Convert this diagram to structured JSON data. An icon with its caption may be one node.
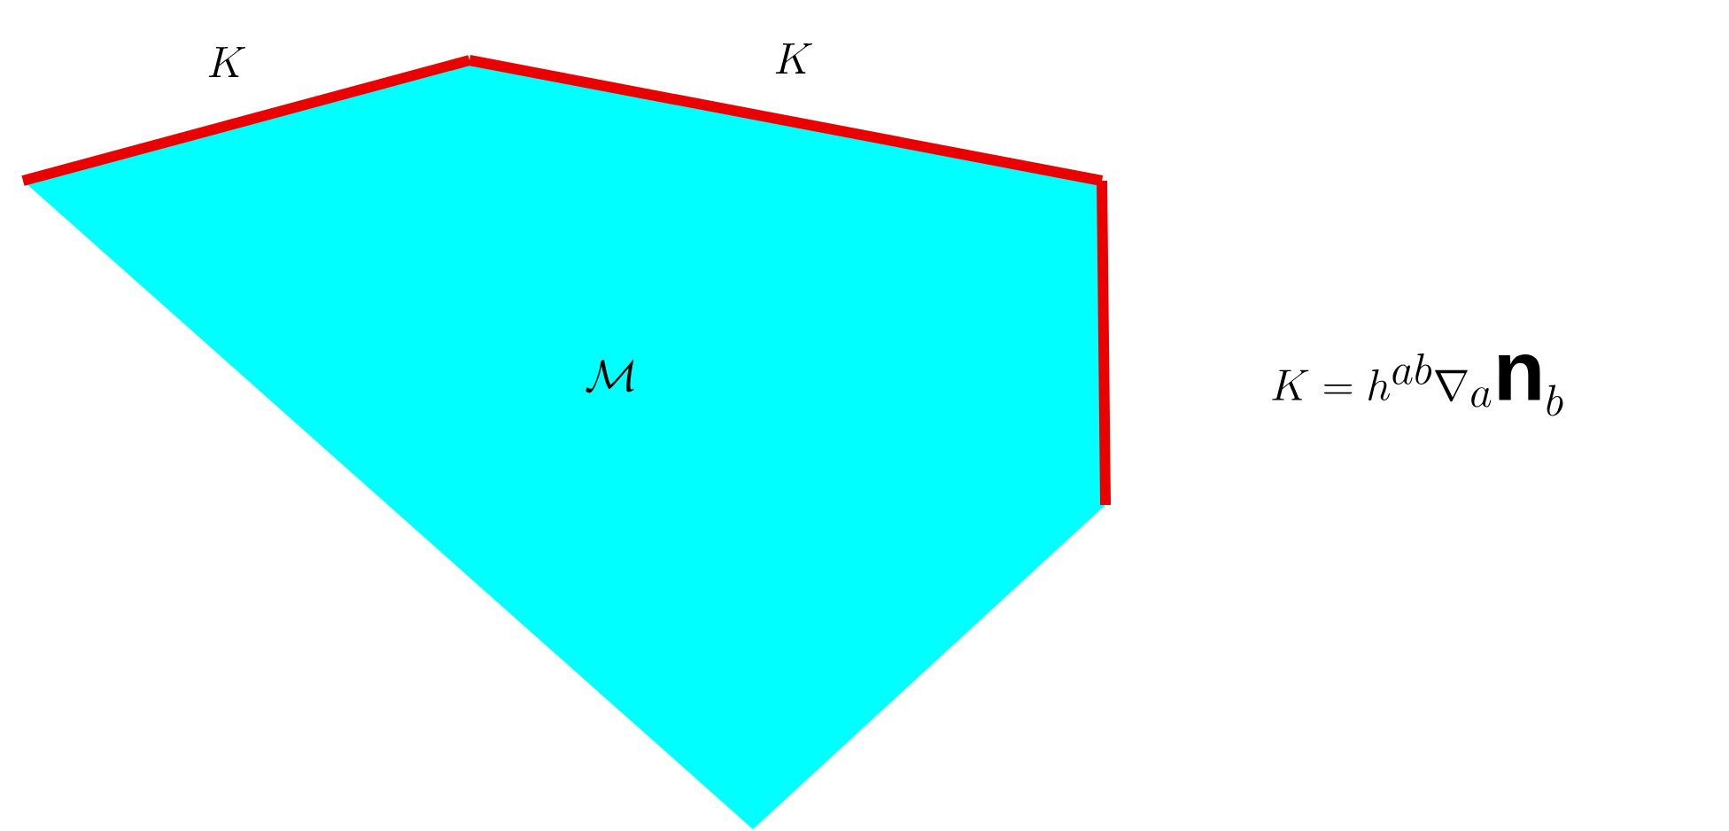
{
  "diagram": {
    "labels": [
      "K",
      "K",
      "\\mathcal{M}",
      "K = h^{ab}\\nabla_a \\mathbf{n}_b"
    ]
  }
}
